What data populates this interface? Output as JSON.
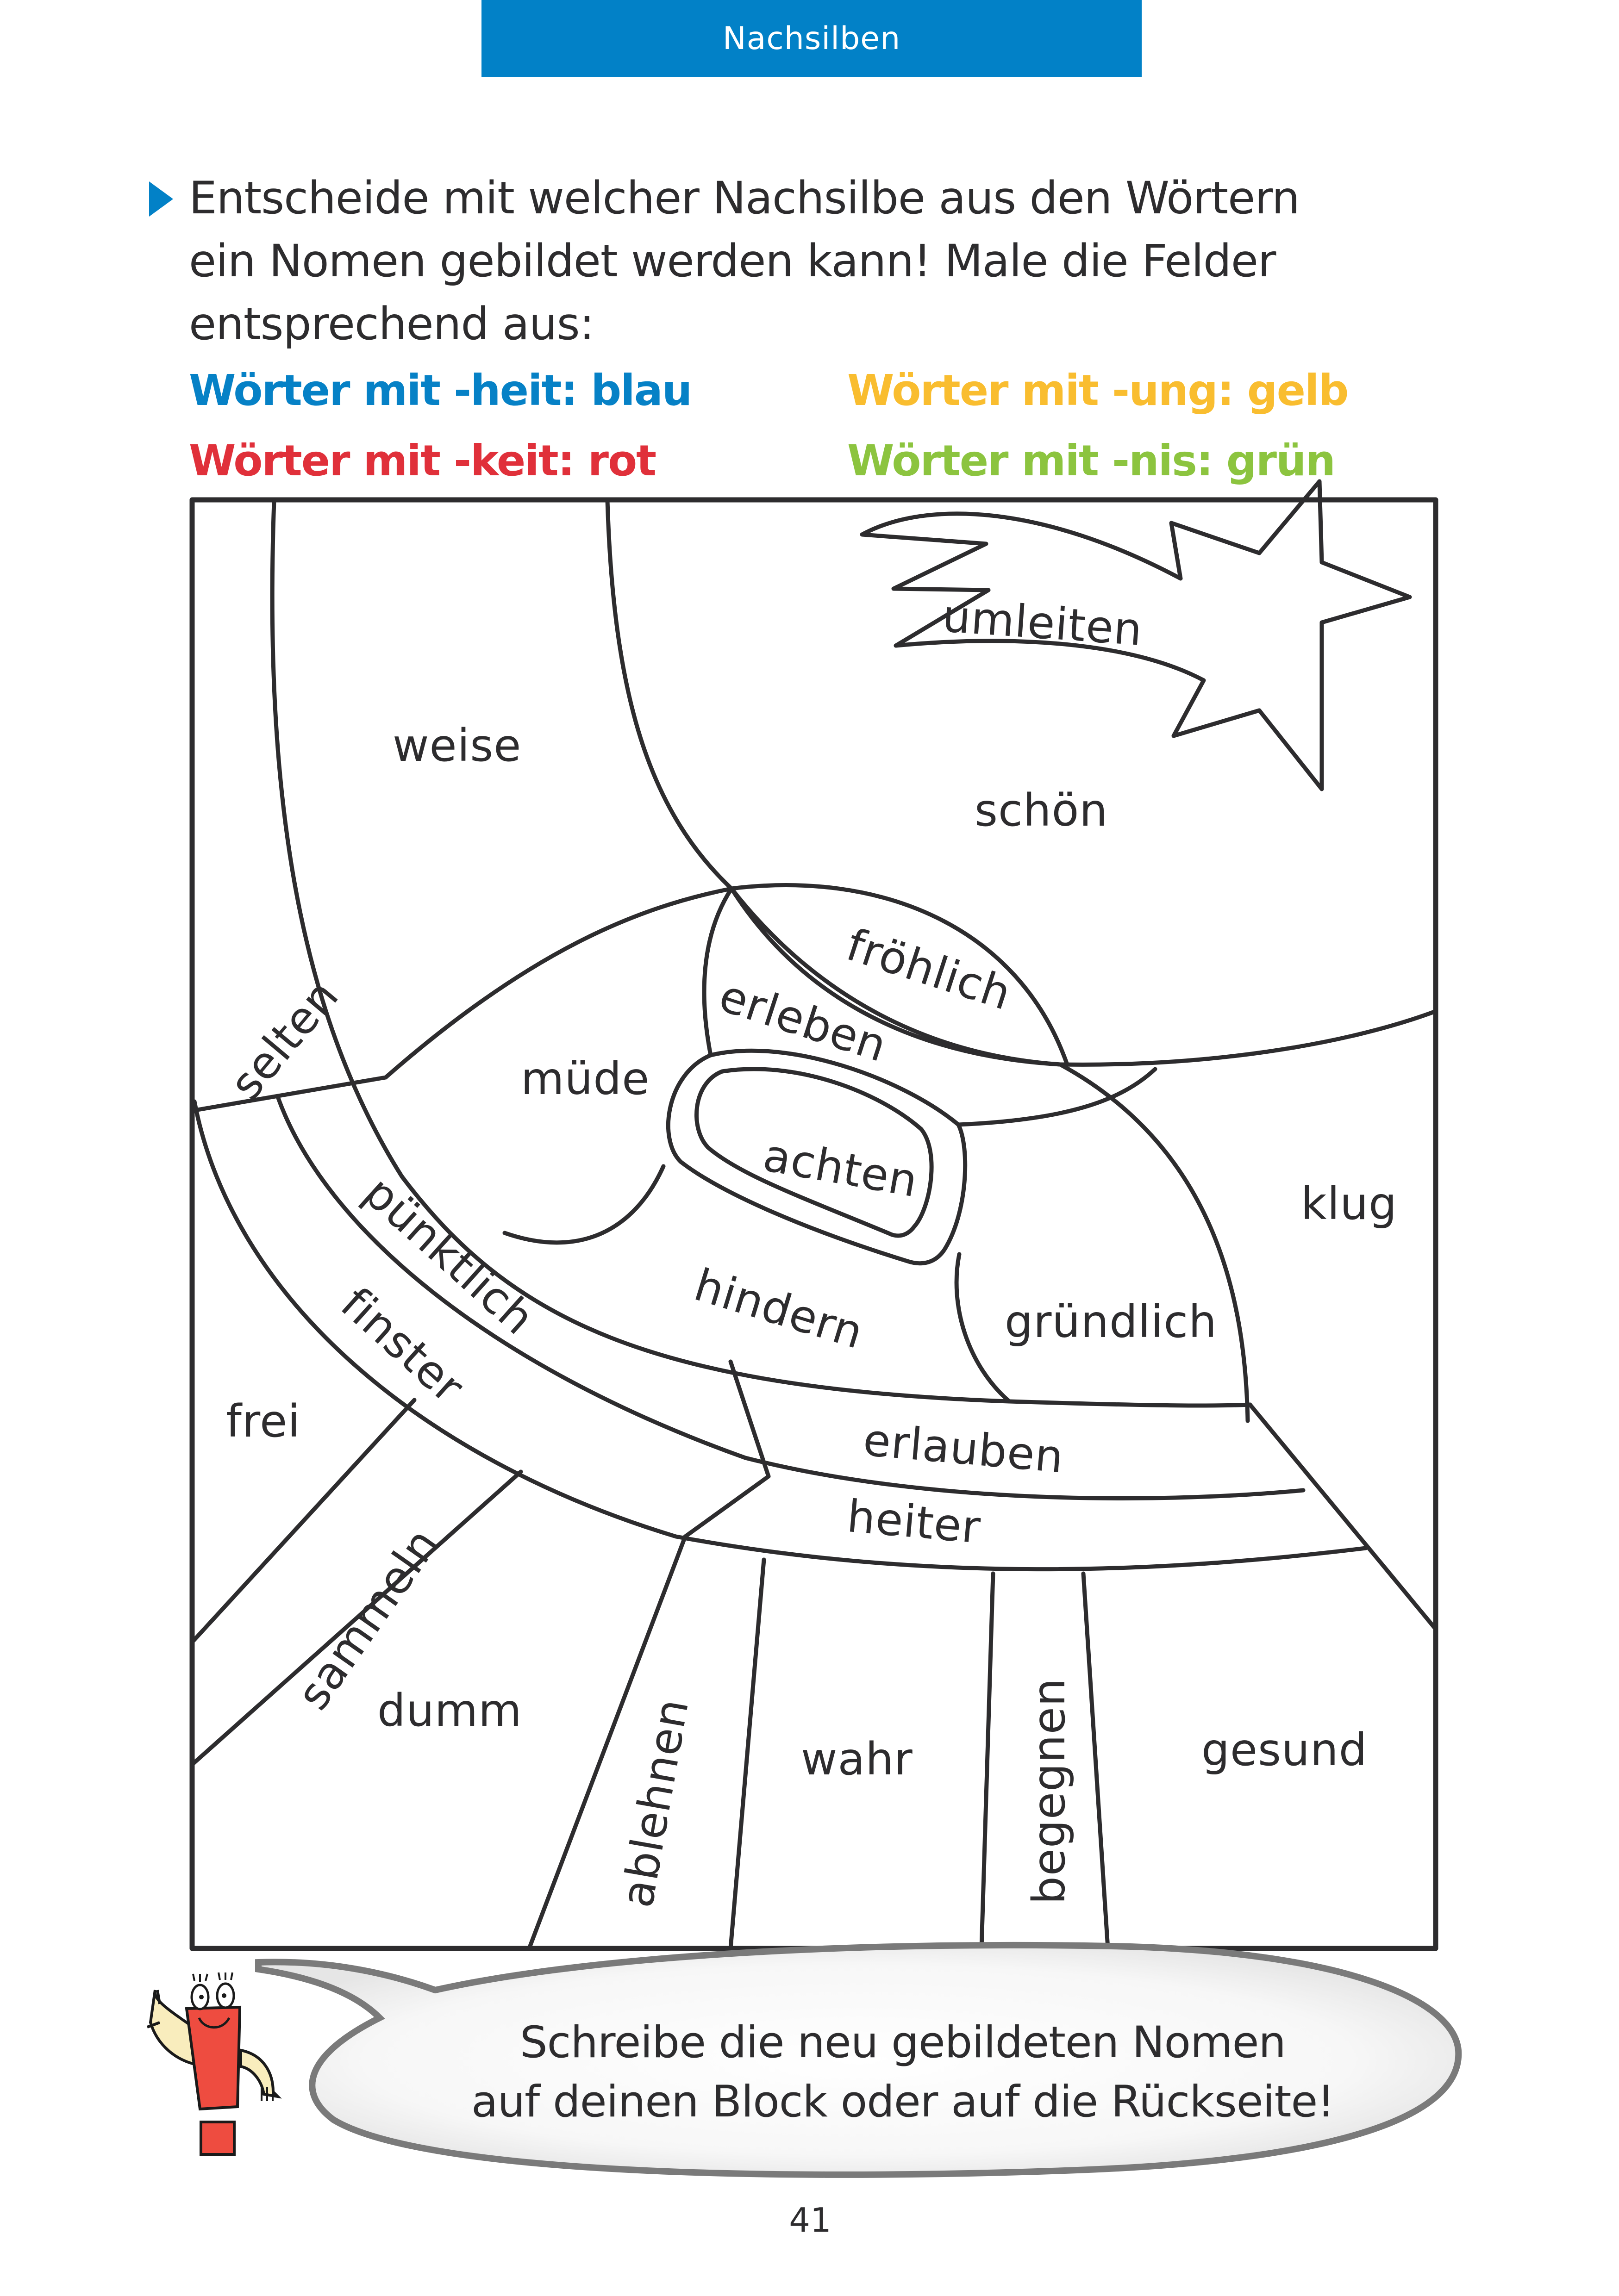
{
  "header": {
    "title": "Nachsilben",
    "color": "#0281c7"
  },
  "instruction": {
    "bullet_icon": "triangle-right-icon",
    "lines": [
      "Entscheide mit welcher Nachsilbe aus den Wörtern",
      "ein Nomen gebildet werden kann! Male die Felder",
      "entsprechend aus:"
    ]
  },
  "legend": [
    {
      "text": "Wörter mit -heit: blau",
      "suffix": "-heit",
      "color_name": "blau",
      "color": "#0681c6"
    },
    {
      "text": "Wörter mit -ung: gelb",
      "suffix": "-ung",
      "color_name": "gelb",
      "color": "#f9bd2f"
    },
    {
      "text": "Wörter mit -keit: rot",
      "suffix": "-keit",
      "color_name": "rot",
      "color": "#e0303a"
    },
    {
      "text": "Wörter mit -nis: grün",
      "suffix": "-nis",
      "color_name": "grün",
      "color": "#8cc43f"
    }
  ],
  "picture": {
    "fields": [
      {
        "word": "umleiten"
      },
      {
        "word": "weise"
      },
      {
        "word": "schön"
      },
      {
        "word": "fröhlich"
      },
      {
        "word": "erleben"
      },
      {
        "word": "selten"
      },
      {
        "word": "müde"
      },
      {
        "word": "achten"
      },
      {
        "word": "klug"
      },
      {
        "word": "pünktlich"
      },
      {
        "word": "finster"
      },
      {
        "word": "hindern"
      },
      {
        "word": "gründlich"
      },
      {
        "word": "frei"
      },
      {
        "word": "erlauben"
      },
      {
        "word": "heiter"
      },
      {
        "word": "sammeln"
      },
      {
        "word": "dumm"
      },
      {
        "word": "ablehnen"
      },
      {
        "word": "wahr"
      },
      {
        "word": "begegnen"
      },
      {
        "word": "gesund"
      }
    ]
  },
  "speech_bubble": {
    "lines": [
      "Schreibe die neu gebildeten Nomen",
      "auf deinen Block oder auf die Rückseite!"
    ]
  },
  "mascot": {
    "icon": "exclamation-mark-character-icon",
    "color": "#ee4c40"
  },
  "page_number": "41"
}
